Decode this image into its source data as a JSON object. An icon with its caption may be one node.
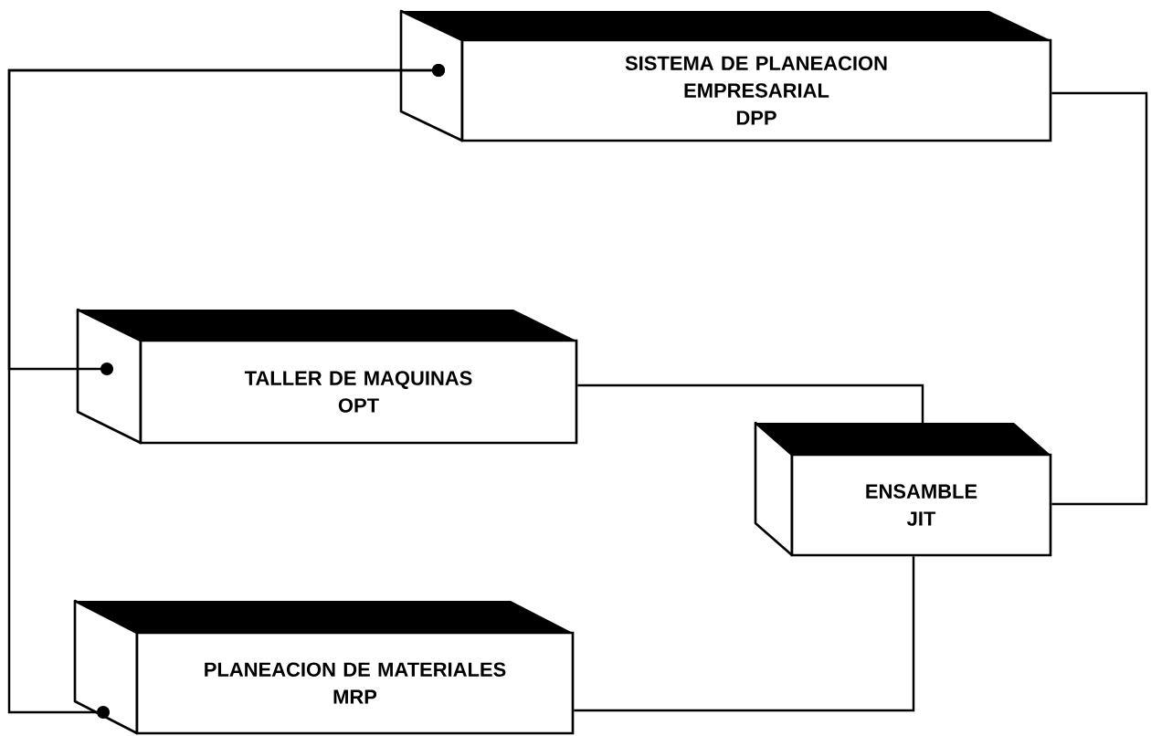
{
  "diagram": {
    "nodes": [
      {
        "text": [
          "SISTEMA DE PLANEACION EMPRESARIAL",
          "DPP"
        ]
      },
      {
        "text": [
          "TALLER DE MAQUINAS",
          "OPT"
        ]
      },
      {
        "text": [
          "ENSAMBLE",
          "JIT"
        ]
      },
      {
        "text": [
          "PLANEACION DE MATERIALES",
          "MRP"
        ]
      }
    ],
    "edges": [
      {
        "from": 0,
        "to": 1,
        "arrow": "other"
      },
      {
        "from": 0,
        "to": 3,
        "arrow": "other"
      },
      {
        "from": 1,
        "to": 2,
        "arrow": "none"
      },
      {
        "from": 3,
        "to": 2,
        "arrow": "none"
      },
      {
        "from": 0,
        "to": 2,
        "arrow": "none"
      }
    ]
  }
}
